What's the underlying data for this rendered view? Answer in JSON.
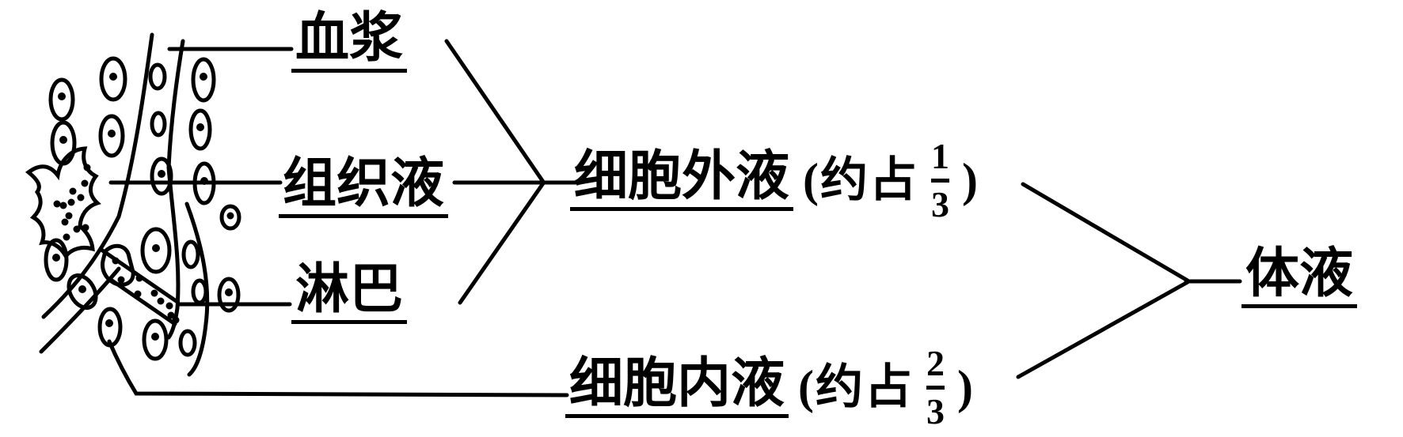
{
  "colors": {
    "ink": "#000000",
    "background": "#ffffff"
  },
  "illustration": {
    "name": "tissue-cross-section-sketch"
  },
  "nodes": {
    "plasma": {
      "label": "血浆"
    },
    "tissue_fluid": {
      "label": "组织液"
    },
    "lymph": {
      "label": "淋巴"
    },
    "extracellular_fluid": {
      "label": "细胞外液",
      "note_open": "(约占",
      "fraction_numerator": "1",
      "fraction_denominator": "3",
      "note_close": ")"
    },
    "intracellular_fluid": {
      "label": "细胞内液",
      "note_open": "(约占",
      "fraction_numerator": "2",
      "fraction_denominator": "3",
      "note_close": ")"
    },
    "body_fluid": {
      "label": "体液"
    }
  }
}
